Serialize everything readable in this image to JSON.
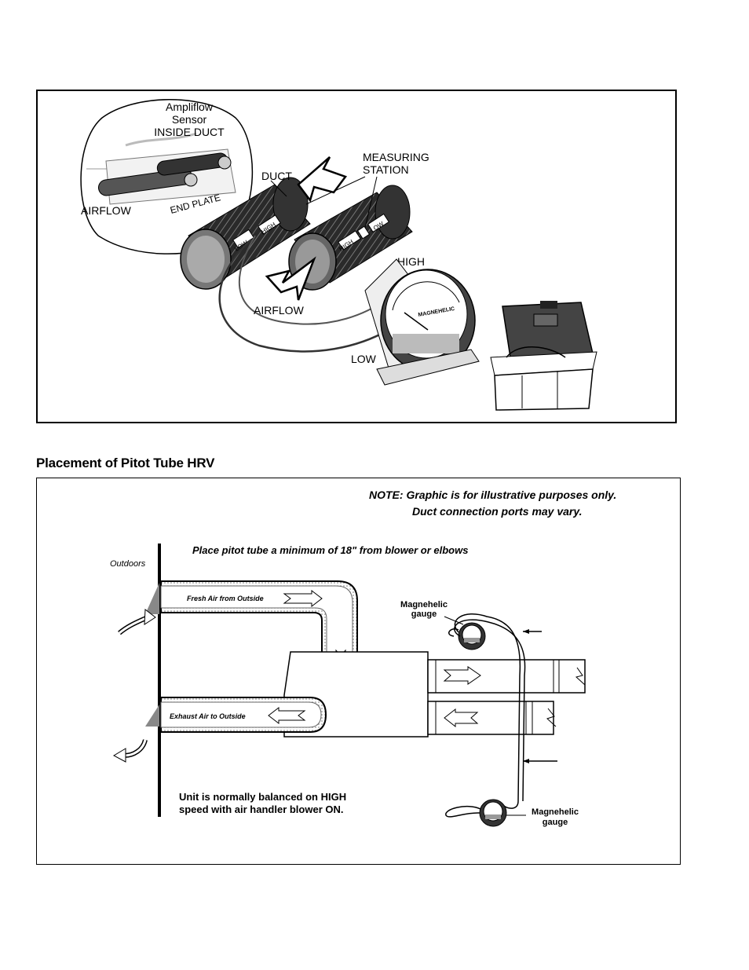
{
  "figure1": {
    "sensor_label_line1": "Ampliflow",
    "sensor_label_line2": "Sensor",
    "sensor_label_line3": "INSIDE DUCT",
    "airflow_inset": "AIRFLOW",
    "end_plate": "END PLATE",
    "duct": "DUCT",
    "measuring_line1": "MEASURING",
    "measuring_line2": "STATION",
    "high": "HIGH",
    "low": "LOW",
    "airflow": "AIRFLOW",
    "duct_tag_low": "LOW",
    "duct_tag_high": "HIGH",
    "gauge_brand": "MAGNEHELIC"
  },
  "section_title": "Placement of Pitot Tube HRV",
  "figure2": {
    "note_line1": "NOTE:  Graphic is for illustrative purposes only.",
    "note_line2": "Duct connection ports may vary.",
    "instruction": "Place pitot tube  a minimum of 18\" from blower or elbows",
    "outdoors": "Outdoors",
    "fresh_air": "Fresh Air from Outside",
    "exhaust_air": "Exhaust Air to Outside",
    "gauge_top_line1": "Magnehelic",
    "gauge_top_line2": "gauge",
    "gauge_bottom_line1": "Magnehelic",
    "gauge_bottom_line2": "gauge",
    "balance_line1": "Unit is normally balanced on HIGH",
    "balance_line2": "speed with air handler blower ON."
  }
}
